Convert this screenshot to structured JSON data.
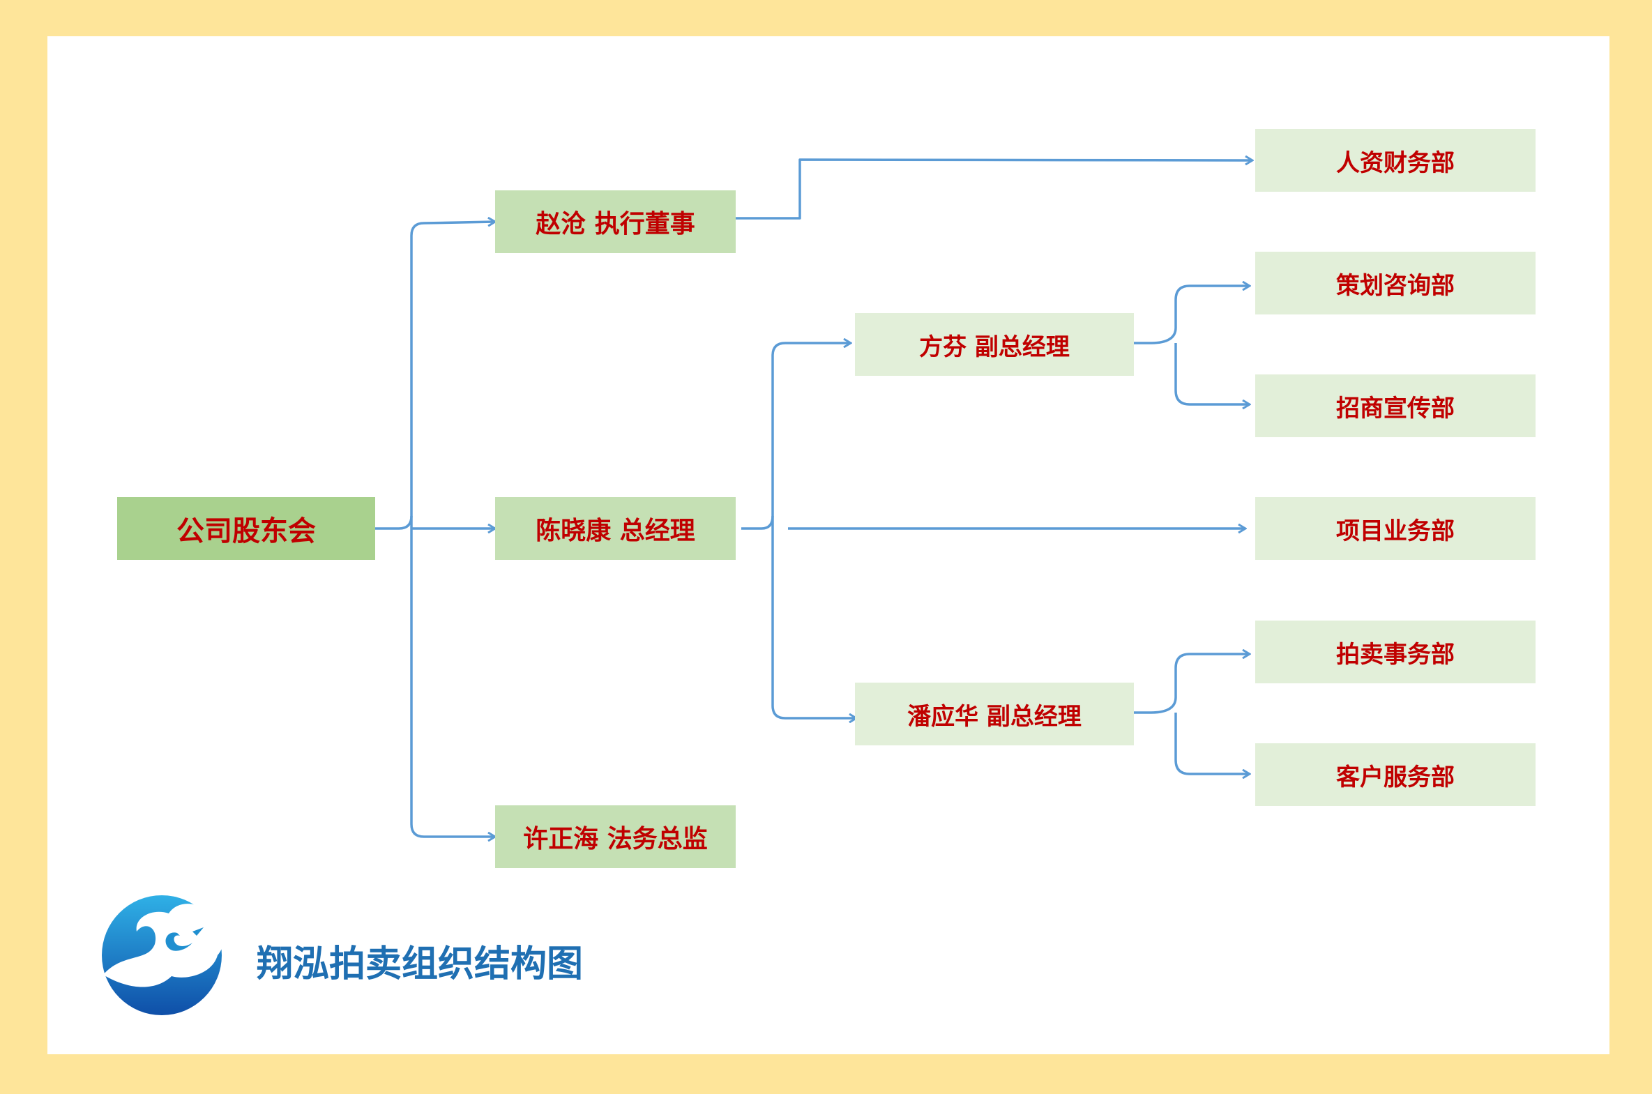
{
  "colors": {
    "frame": "#fee59a",
    "root_fill": "#a9d18e",
    "level1_fill": "#c5e0b4",
    "dept_fill": "#e2efd9",
    "node_text": "#c00000",
    "connector": "#5b9bd5",
    "title_text": "#1f6fb2"
  },
  "nodes": {
    "root": "公司股东会",
    "exec_director": "赵沧 执行董事",
    "general_manager": "陈晓康 总经理",
    "legal_director": "许正海 法务总监",
    "deputy_gm_1": "方芬 副总经理",
    "deputy_gm_2": "潘应华 副总经理"
  },
  "departments": {
    "hr_finance": "人资财务部",
    "planning_consulting": "策划咨询部",
    "investment_promotion": "招商宣传部",
    "project_business": "项目业务部",
    "auction_affairs": "拍卖事务部",
    "customer_service": "客户服务部"
  },
  "title": "翔泓拍卖组织结构图",
  "logo": {
    "icon": "cloud-bird-logo-icon"
  }
}
